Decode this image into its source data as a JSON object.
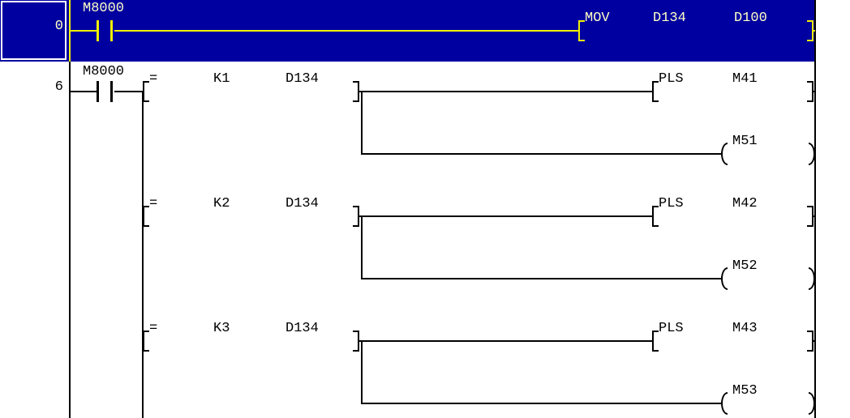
{
  "colors": {
    "selection_bg": "#0000A0",
    "selected_wire": "#F0F000",
    "selected_text": "#FFFFC8",
    "wire": "#000000",
    "background": "#FFFFFF"
  },
  "editor": {
    "rungs": [
      {
        "step": "0",
        "contact": "M8000",
        "mov": {
          "opcode": "MOV",
          "src": "D134",
          "dst": "D100"
        }
      },
      {
        "step": "6",
        "contact": "M8000",
        "branches": [
          {
            "cmp_op": "=",
            "cmp_a": "K1",
            "cmp_b": "D134",
            "pls_op": "PLS",
            "pls_dev": "M41",
            "coil": "M51"
          },
          {
            "cmp_op": "=",
            "cmp_a": "K2",
            "cmp_b": "D134",
            "pls_op": "PLS",
            "pls_dev": "M42",
            "coil": "M52"
          },
          {
            "cmp_op": "=",
            "cmp_a": "K3",
            "cmp_b": "D134",
            "pls_op": "PLS",
            "pls_dev": "M43",
            "coil": "M53"
          }
        ]
      }
    ]
  }
}
